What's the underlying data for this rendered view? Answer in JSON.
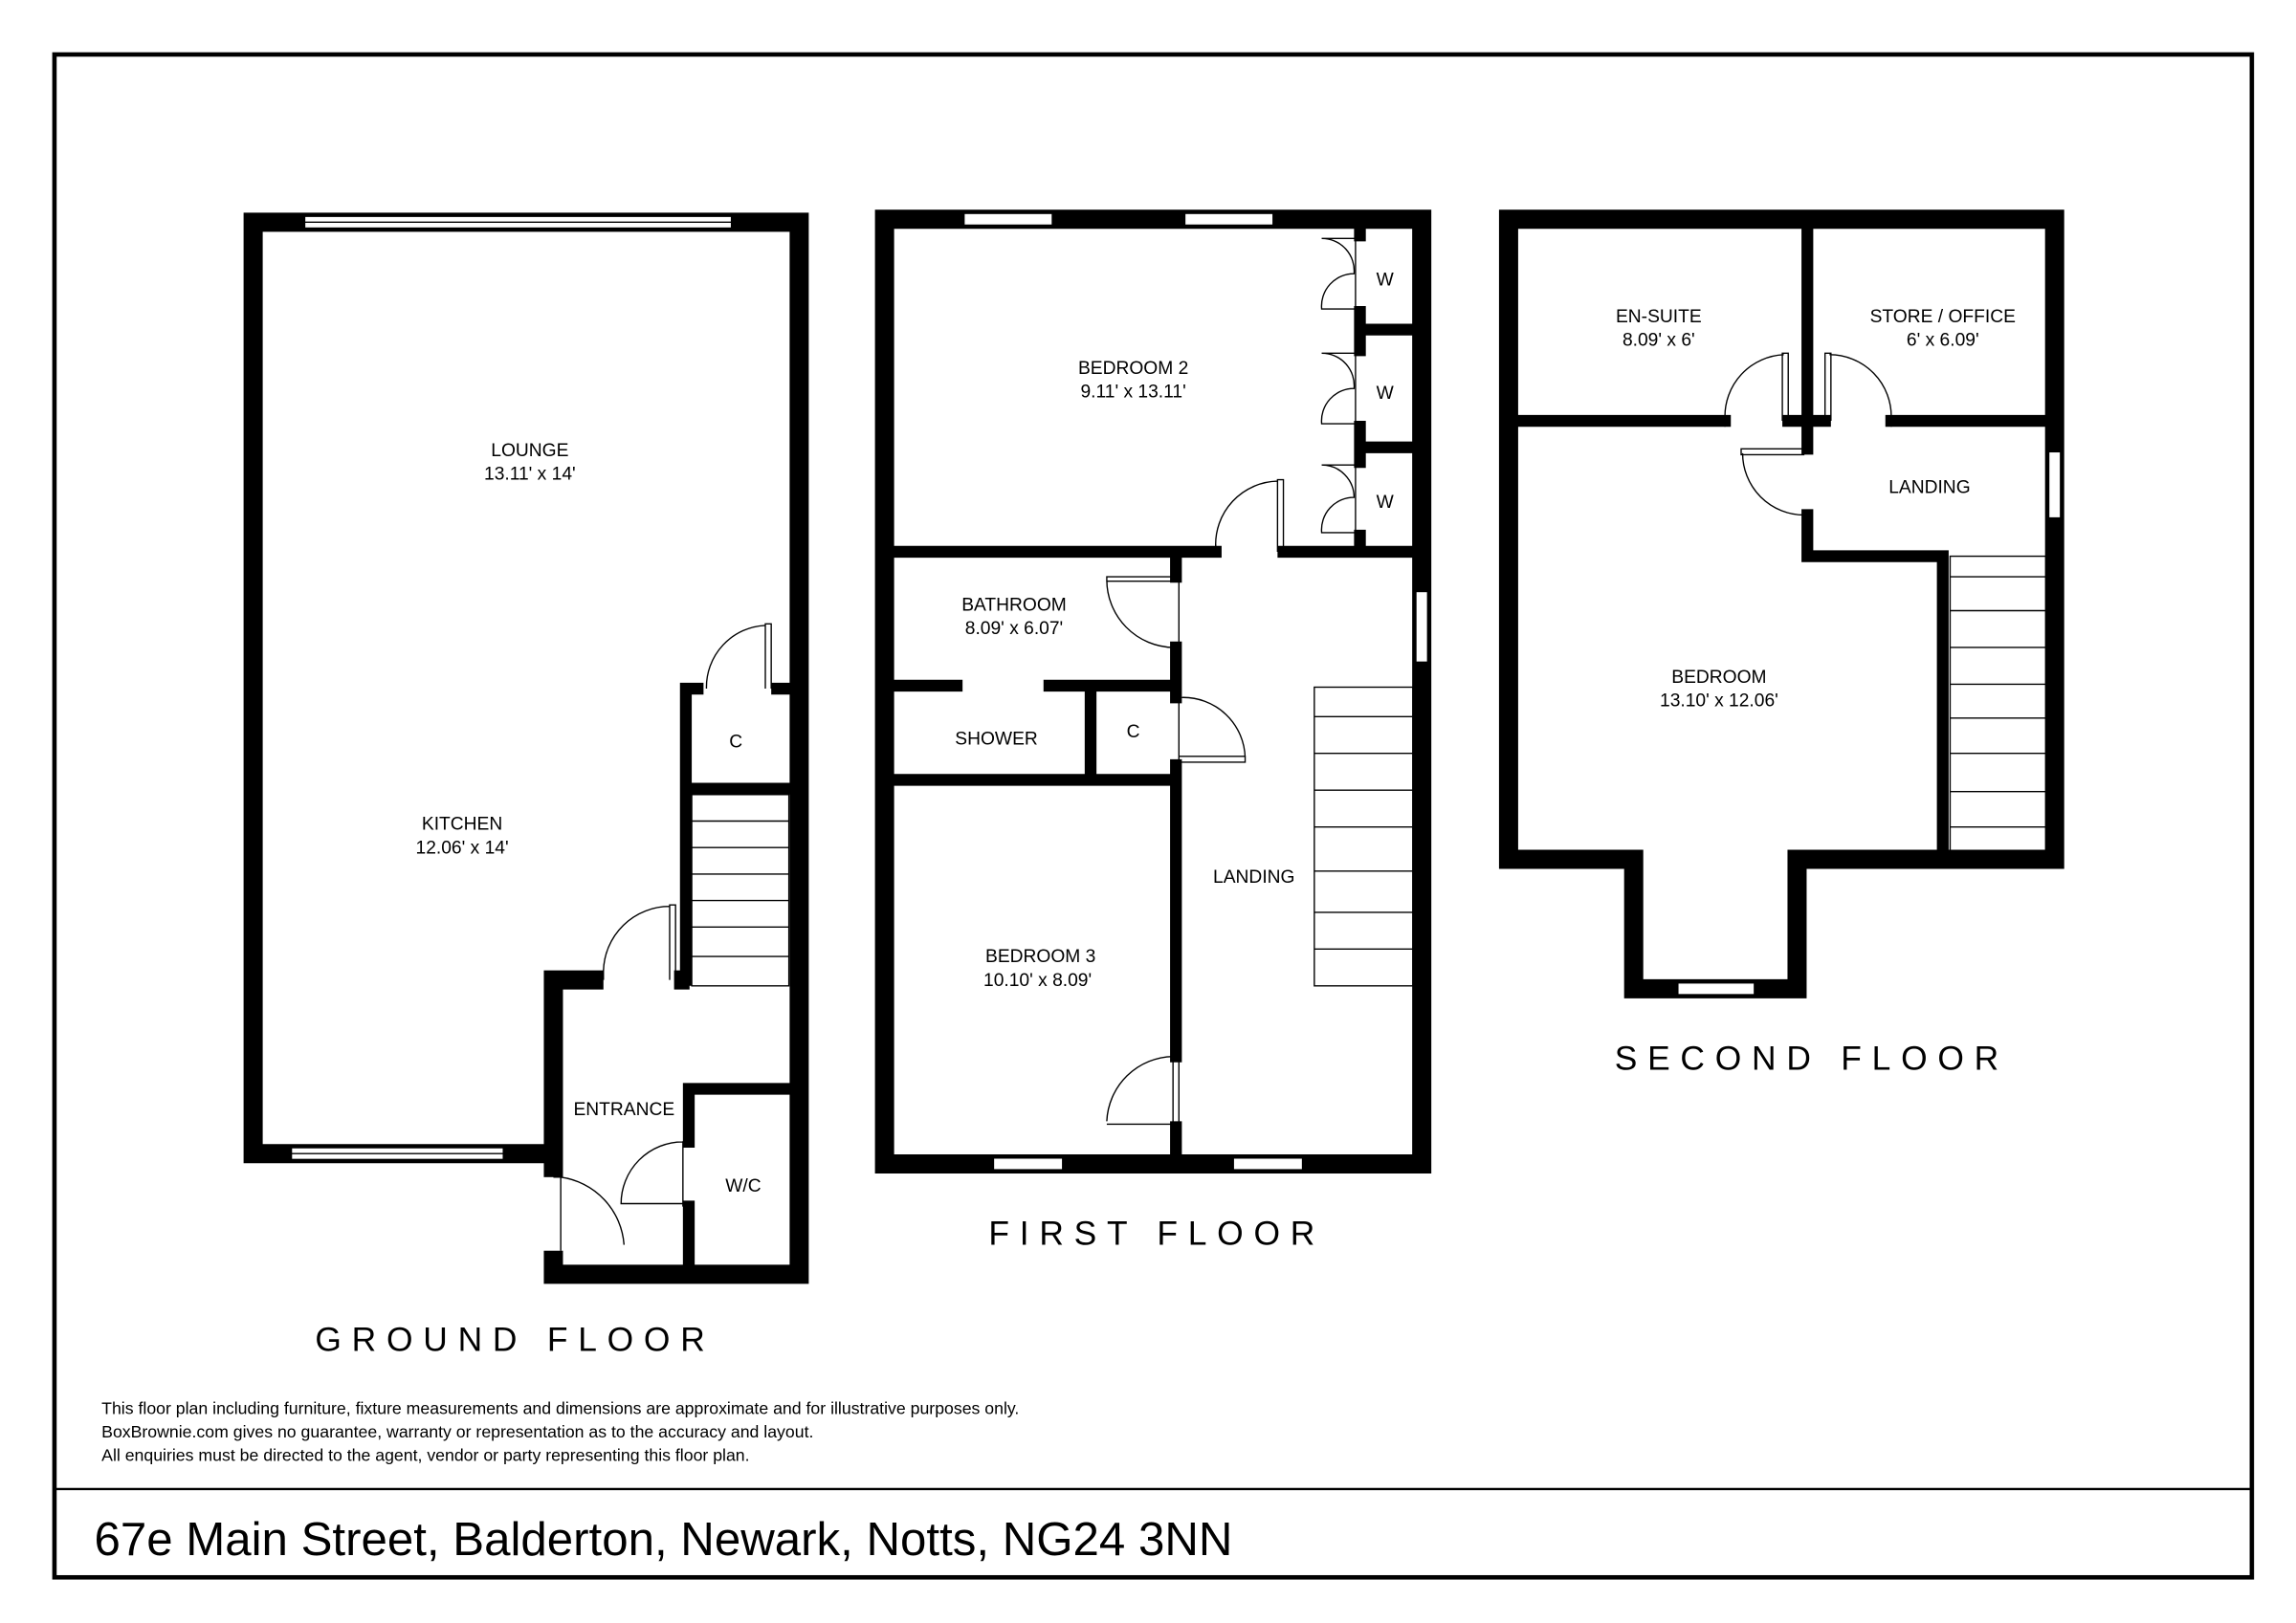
{
  "ground_floor": {
    "label": "GROUND FLOOR",
    "rooms": [
      {
        "name": "LOUNGE",
        "dims": "13.11' x 14'"
      },
      {
        "name": "KITCHEN",
        "dims": "12.06' x 14'"
      },
      {
        "name": "ENTRANCE"
      },
      {
        "name": "W/C"
      },
      {
        "name": "C"
      }
    ]
  },
  "first_floor": {
    "label": "FIRST FLOOR",
    "rooms": [
      {
        "name": "BEDROOM 2",
        "dims": "9.11' x 13.11'"
      },
      {
        "name": "BATHROOM",
        "dims": "8.09' x 6.07'"
      },
      {
        "name": "SHOWER"
      },
      {
        "name": "C"
      },
      {
        "name": "LANDING"
      },
      {
        "name": "BEDROOM 3",
        "dims": "10.10' x 8.09'"
      },
      {
        "name": "W"
      },
      {
        "name": "W"
      },
      {
        "name": "W"
      }
    ]
  },
  "second_floor": {
    "label": "SECOND FLOOR",
    "rooms": [
      {
        "name": "EN-SUITE",
        "dims": "8.09' x 6'"
      },
      {
        "name": "STORE / OFFICE",
        "dims": "6' x 6.09'"
      },
      {
        "name": "LANDING"
      },
      {
        "name": "BEDROOM",
        "dims": "13.10' x 12.06'"
      }
    ]
  },
  "disclaimer": [
    "This floor plan including furniture, fixture measurements and dimensions are approximate and for illustrative purposes only.",
    "BoxBrownie.com gives no guarantee, warranty or representation as to the accuracy and layout.",
    "All enquiries must be directed to the agent, vendor or party representing this floor plan."
  ],
  "address": "67e Main Street, Balderton, Newark, Notts, NG24 3NN"
}
